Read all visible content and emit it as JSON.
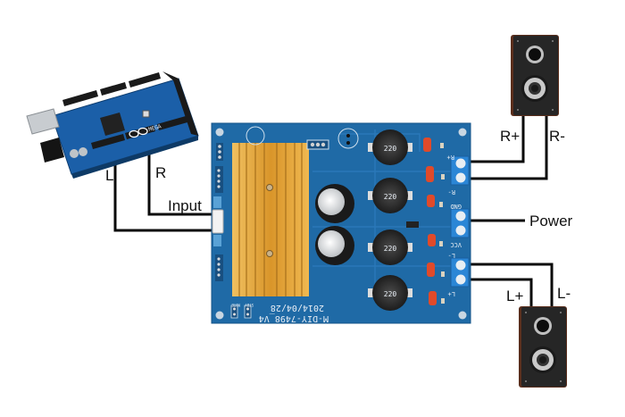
{
  "diagram": {
    "title": "Arduino Mega to TPA3116 class-D amplifier wiring",
    "components": {
      "controller": {
        "name": "Arduino MEGA",
        "logo_text": "MEGA"
      },
      "amplifier": {
        "silkscreen_model": "M-DIY-7498_V4",
        "silkscreen_date": "2014/04/28",
        "inductor_marking": "220",
        "pins": {
          "r_plus": "R+",
          "r_minus": "R-",
          "gnd": "GND",
          "vcc": "VCC",
          "l_minus": "L-",
          "l_plus": "L+"
        },
        "jumpers": {
          "mute": "MUTE",
          "stby": "STBY"
        }
      },
      "speaker_right": {
        "name": "right speaker"
      },
      "speaker_left": {
        "name": "left speaker"
      }
    },
    "labels": {
      "left_channel": "L",
      "right_channel": "R",
      "input": "Input",
      "power": "Power",
      "right_plus": "R+",
      "right_minus": "R-",
      "left_plus": "L+",
      "left_minus": "L-"
    },
    "colors": {
      "pcb": "#1f6aa6",
      "heatsink": "#e2a43a",
      "terminal": "#2b86d6",
      "wire": "#0a0a0a",
      "arduino": "#1b5fa8"
    }
  }
}
